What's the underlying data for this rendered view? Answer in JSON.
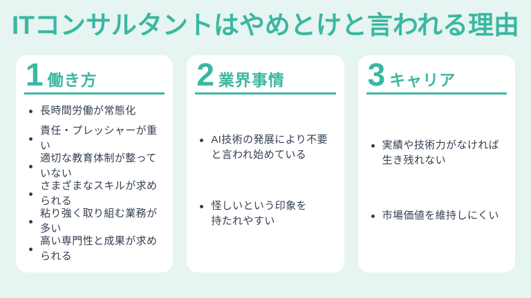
{
  "title": "ITコンサルタントはやめとけと言われる理由",
  "colors": {
    "background": "#e6f5f1",
    "card": "#ffffff",
    "accent": "#3bb7a2",
    "text": "#333f50"
  },
  "columns": [
    {
      "number": "1",
      "heading": "働き方",
      "items": [
        "長時間労働が常態化",
        "責任・プレッシャーが重い",
        "適切な教育体制が整っていない",
        "さまざまなスキルが求められる",
        "粘り強く取り組む業務が多い",
        "高い専門性と成果が求められる"
      ]
    },
    {
      "number": "2",
      "heading": "業界事情",
      "items": [
        "AI技術の発展により不要\nと言われ始めている",
        "怪しいという印象を\n持たれやすい"
      ]
    },
    {
      "number": "3",
      "heading": "キャリア",
      "items": [
        "実績や技術力がなければ\n生き残れない",
        "市場価値を維持しにくい"
      ]
    }
  ]
}
